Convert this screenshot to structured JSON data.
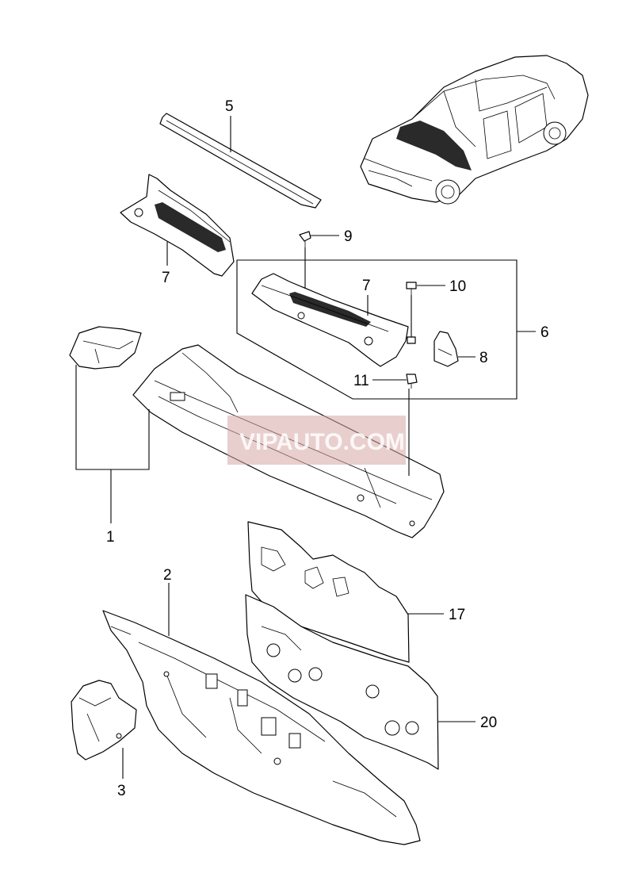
{
  "callouts": {
    "c1": "1",
    "c2": "2",
    "c3": "3",
    "c5": "5",
    "c6": "6",
    "c7a": "7",
    "c7b": "7",
    "c8": "8",
    "c9": "9",
    "c10": "10",
    "c11": "11",
    "c17": "17",
    "c20": "20"
  },
  "watermark": "VIPAUTO.COM",
  "colors": {
    "line": "#000000",
    "watermark": "#d7a6a6",
    "background": "#ffffff"
  }
}
